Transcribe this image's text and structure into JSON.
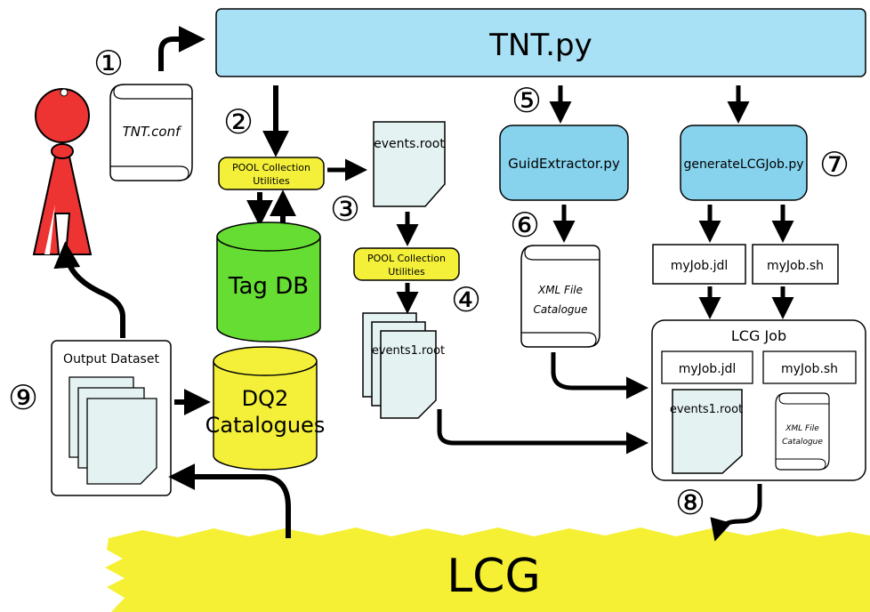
{
  "title_box": {
    "label": "TNT.py"
  },
  "config_scroll": {
    "label": "TNT.conf"
  },
  "pool_collection_1": {
    "line1": "POOL Collection",
    "line2": "Utilities"
  },
  "pool_collection_2": {
    "line1": "POOL Collection",
    "line2": "Utilities"
  },
  "tag_db": {
    "label": "Tag DB"
  },
  "dq2_catalogues": {
    "line1": "DQ2",
    "line2": "Catalogues"
  },
  "events_file": {
    "label": "events.root"
  },
  "events1_stack": {
    "label": "events1.root"
  },
  "guid_extractor": {
    "label": "GuidExtractor.py"
  },
  "generate_lcg_job": {
    "label": "generateLCGJob.py"
  },
  "xml_scroll": {
    "line1": "XML File",
    "line2": "Catalogue"
  },
  "jdl_box": {
    "label": "myJob.jdl"
  },
  "sh_box": {
    "label": "myJob.sh"
  },
  "lcg_job": {
    "title": "LCG Job",
    "jdl_label": "myJob.jdl",
    "sh_label": "myJob.sh",
    "events_label": "events1.root",
    "xml_line1": "XML File",
    "xml_line2": "Catalogue"
  },
  "output_dataset": {
    "label": "Output Dataset"
  },
  "lcg_cloud": {
    "label": "LCG"
  },
  "steps": [
    "①",
    "②",
    "③",
    "④",
    "⑤",
    "⑥",
    "⑦",
    "⑧",
    "⑨"
  ],
  "colors": {
    "light_blue": "#a8e0f5",
    "node_blue": "#87d3ee",
    "yellow": "#f4f03a",
    "green": "#66dd33",
    "red": "#ee3333",
    "file": "#e4f2f2",
    "lcg_yellow": "#f5f033"
  }
}
